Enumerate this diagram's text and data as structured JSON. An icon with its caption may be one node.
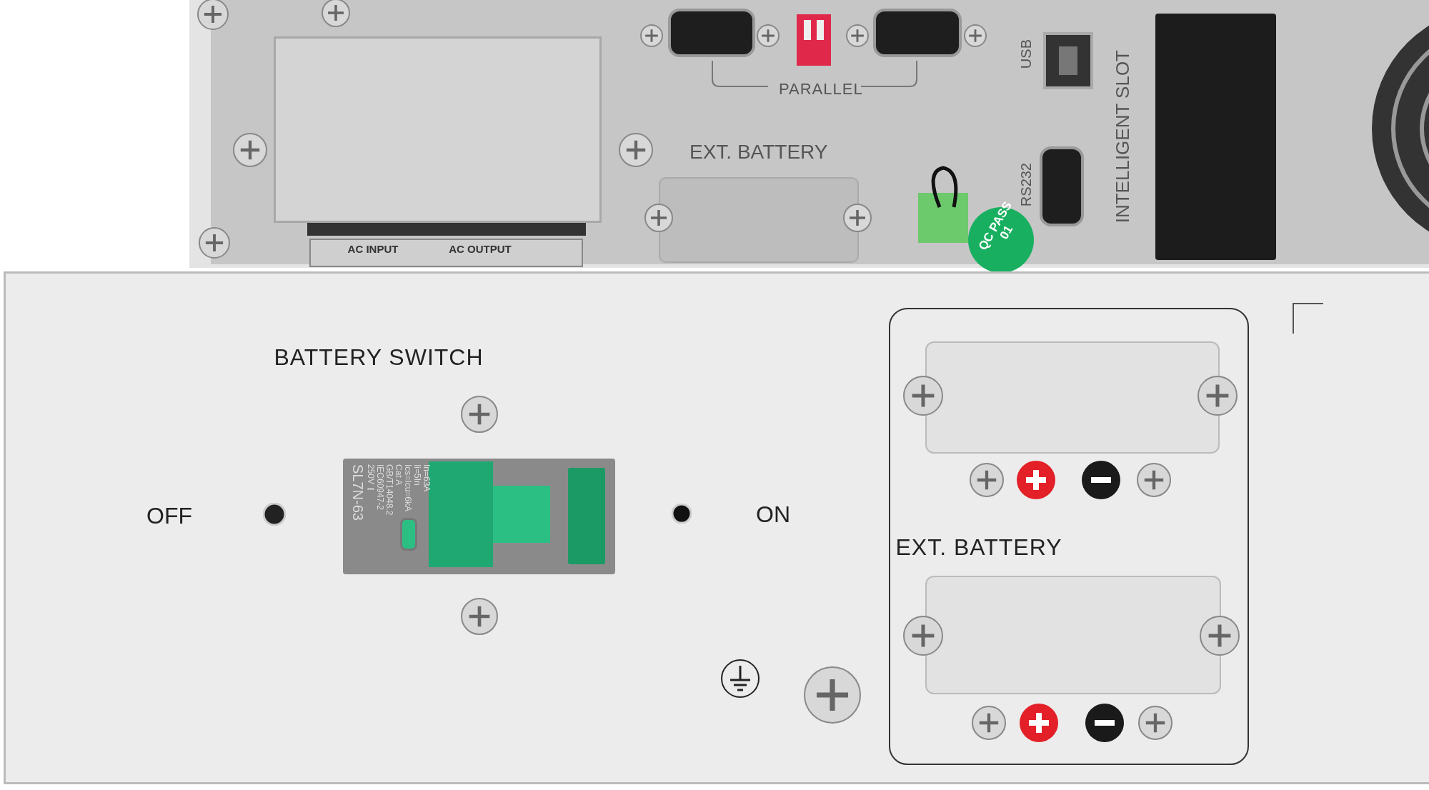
{
  "diagram": {
    "labels": [
      "PARALLEL",
      "USB",
      "INTELLIGENT SLOT",
      "EXT. BATTERY",
      "RS232",
      "QC PASS 01",
      "AC INPUT",
      "AC OUTPUT",
      "BATTERY SWITCH",
      "In=63A",
      "Ii=5In",
      "Ics=Icu=6kA",
      "Cat A",
      "GB/T14048.2",
      "IEC60947-2",
      "250V⎓",
      "SL7N-63",
      "OFF",
      "ON",
      "EXT. BATTERY"
    ]
  }
}
